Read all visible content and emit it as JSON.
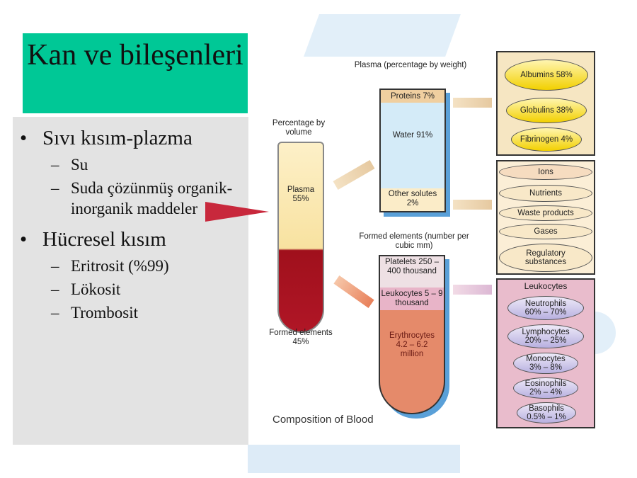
{
  "slide": {
    "title": "Kan ve bileşenleri",
    "bullets": [
      {
        "text": "Sıvı kısım-plazma",
        "sub": [
          "Su",
          "Suda çözünmüş organik-inorganik maddeler"
        ]
      },
      {
        "text": "Hücresel kısım",
        "sub": [
          "Eritrosit (%99)",
          "Lökosit",
          "Trombosit"
        ]
      }
    ]
  },
  "diagram": {
    "caption": "Composition of Blood",
    "tube_header": "Percentage by volume",
    "tube_plasma": "Plasma 55%",
    "tube_formed": "Formed elements 45%",
    "plasma_header": "Plasma (percentage by weight)",
    "plasma_rows": [
      "Proteins 7%",
      "Water 91%",
      "Other solutes 2%"
    ],
    "formed_header": "Formed elements (number per cubic mm)",
    "formed_rows": [
      "Platelets 250 – 400 thousand",
      "Leukocytes 5 – 9 thousand",
      "Erythrocytes 4.2 – 6.2 million"
    ],
    "proteins": [
      "Albumins 58%",
      "Globulins 38%",
      "Fibrinogen 4%"
    ],
    "solutes": [
      "Ions",
      "Nutrients",
      "Waste products",
      "Gases",
      "Regulatory substances"
    ],
    "leukocytes_title": "Leukocytes",
    "leukocytes": [
      "Neutrophils 60% – 70%",
      "Lymphocytes 20% – 25%",
      "Monocytes 3% – 8%",
      "Eosinophils 2% – 4%",
      "Basophils 0.5% – 1%"
    ]
  }
}
